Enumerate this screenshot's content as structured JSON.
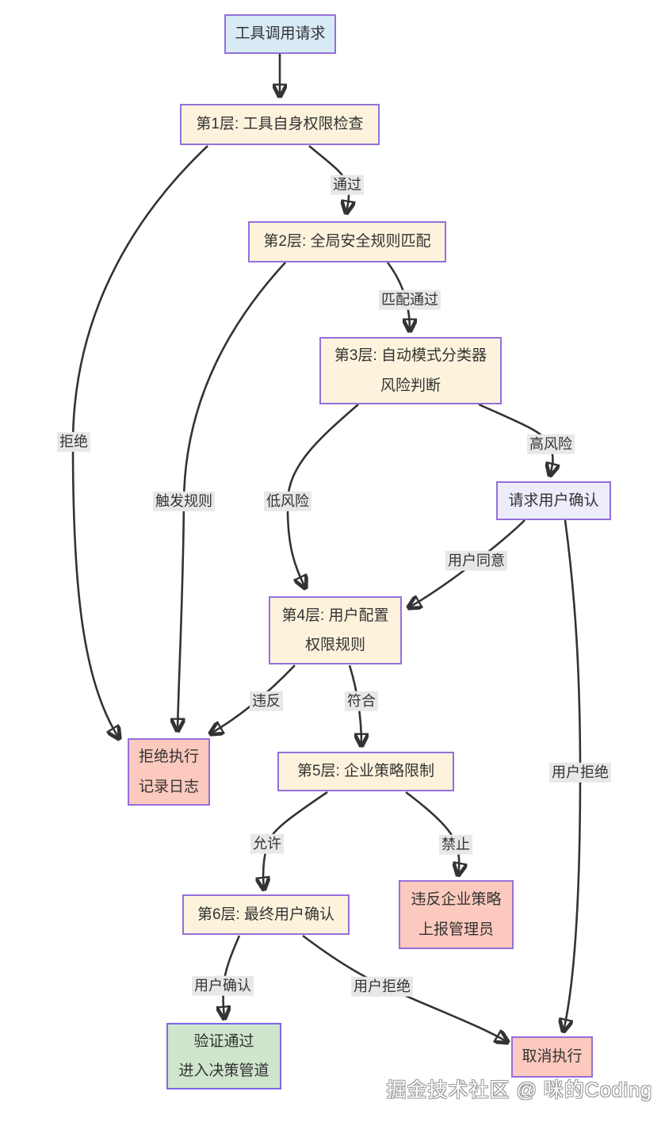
{
  "diagram": {
    "type": "flowchart",
    "background": "#ffffff",
    "watermark": "掘金技术社区 @ 咪的Coding",
    "colors": {
      "node_border_purple": "#9370db",
      "node_border_blue": "#7b68ee",
      "node_fill_blue": "#d7eaf6",
      "node_fill_cream": "#fdf3dc",
      "node_fill_lavender": "#ececfa",
      "node_fill_pink": "#fbc9bd",
      "node_fill_green": "#cfe5cc",
      "edge_stroke": "#333333",
      "edge_label_background": "#e8e8e8",
      "text": "#333333"
    },
    "nodes": {
      "tool_request": "工具调用请求",
      "layer1": "第1层: 工具自身权限检查",
      "layer2": "第2层: 全局安全规则匹配",
      "layer3": "第3层: 自动模式分类器\n风险判断",
      "ask_user": "请求用户确认",
      "layer4": "第4层: 用户配置\n权限规则",
      "reject_log": "拒绝执行\n记录日志",
      "layer5": "第5层: 企业策略限制",
      "layer6": "第6层: 最终用户确认",
      "report_admin": "违反企业策略\n上报管理员",
      "verified": "验证通过\n进入决策管道",
      "cancel": "取消执行"
    },
    "edge_labels": {
      "pass": "通过",
      "reject": "拒绝",
      "trigger_rule": "触发规则",
      "match_pass": "匹配通过",
      "low_risk": "低风险",
      "high_risk": "高风险",
      "user_agree": "用户同意",
      "user_reject_right": "用户拒绝",
      "violate": "违反",
      "comply": "符合",
      "allow": "允许",
      "forbid": "禁止",
      "user_confirm": "用户确认",
      "user_reject_mid": "用户拒绝"
    },
    "edges": [
      {
        "from": "tool_request",
        "to": "layer1",
        "label": ""
      },
      {
        "from": "layer1",
        "to": "layer2",
        "label": "通过"
      },
      {
        "from": "layer1",
        "to": "reject_log",
        "label": "拒绝"
      },
      {
        "from": "layer2",
        "to": "layer3",
        "label": "匹配通过"
      },
      {
        "from": "layer2",
        "to": "reject_log",
        "label": "触发规则"
      },
      {
        "from": "layer3",
        "to": "layer4",
        "label": "低风险"
      },
      {
        "from": "layer3",
        "to": "ask_user",
        "label": "高风险"
      },
      {
        "from": "ask_user",
        "to": "layer4",
        "label": "用户同意"
      },
      {
        "from": "ask_user",
        "to": "cancel",
        "label": "用户拒绝"
      },
      {
        "from": "layer4",
        "to": "reject_log",
        "label": "违反"
      },
      {
        "from": "layer4",
        "to": "layer5",
        "label": "符合"
      },
      {
        "from": "layer5",
        "to": "layer6",
        "label": "允许"
      },
      {
        "from": "layer5",
        "to": "report_admin",
        "label": "禁止"
      },
      {
        "from": "layer6",
        "to": "verified",
        "label": "用户确认"
      },
      {
        "from": "layer6",
        "to": "cancel",
        "label": "用户拒绝"
      }
    ]
  }
}
